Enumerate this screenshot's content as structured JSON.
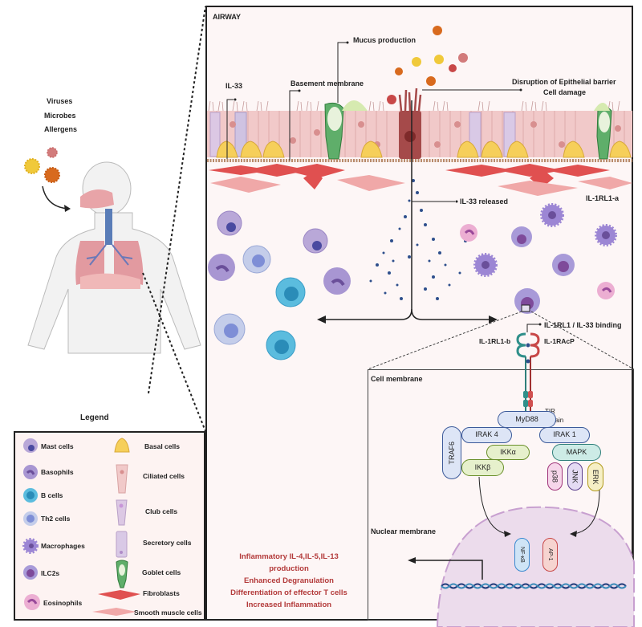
{
  "triggers": {
    "lines": [
      "Viruses",
      "Microbes",
      "Allergens"
    ]
  },
  "airway": {
    "title": "AIRWAY",
    "labels": {
      "il33": "IL-33",
      "basement_membrane": "Basement membrane",
      "mucus_production": "Mucus production",
      "disruption_line1": "Disruption of Epithelial barrier",
      "disruption_line2": "Cell damage",
      "il33_released": "IL-33 released",
      "il1rl1_a": "IL-1RL1-a",
      "binding": "IL-1RL1 / IL-33 binding",
      "il1rl1_b": "IL-1RL1-b",
      "il1racp": "IL-1RAcP"
    }
  },
  "signaling": {
    "cell_membrane": "Cell membrane",
    "tir_line1": "TIR",
    "tir_line2": "domain",
    "myd88": "MyD88",
    "irak4": "IRAK 4",
    "irak1": "IRAK 1",
    "traf6": "TRAF6",
    "ikka": "IKKα",
    "ikkb": "IKKβ",
    "mapk": "MAPK",
    "p38": "p38",
    "jnk": "JNK",
    "erk": "ERK",
    "nuclear_membrane": "Nuclear membrane",
    "nfkb": "NF-κB",
    "ap1": "AP-1"
  },
  "outcomes": [
    "Inflammatory IL-4,IL-5,IL-13",
    "production",
    "Enhanced Degranulation",
    "Differentiation of effector T cells",
    "Increased Inflammation"
  ],
  "legend": {
    "title": "Legend",
    "left": [
      "Mast cells",
      "Basophils",
      "B cells",
      "Th2 cells",
      "Macrophages",
      "ILC2s",
      "Eosinophils"
    ],
    "right": [
      "Basal cells",
      "Ciliated cells",
      "Club cells",
      "Secretory cells",
      "Goblet cells",
      "Fibroblasts",
      "Smooth muscle cells"
    ]
  },
  "colors": {
    "outcome_text": "#b33a3a",
    "frame_bg": "#fdf6f6",
    "legend_bg": "#fdf3f2"
  }
}
